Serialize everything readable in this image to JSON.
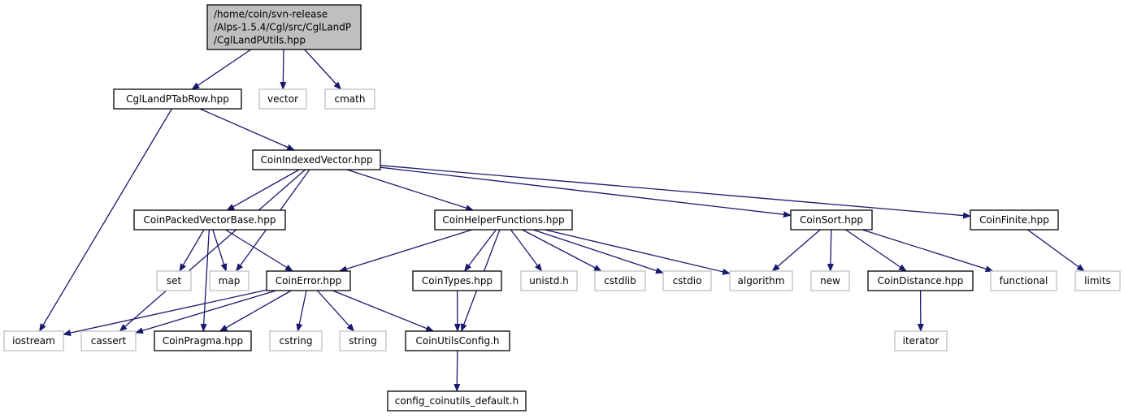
{
  "colors": {
    "edge": "#191970",
    "root_fill": "#bfbfbf",
    "root_stroke": "#000000",
    "node_stroke_solid": "#000000",
    "node_stroke_external": "#bfbfbf",
    "node_fill": "#ffffff"
  },
  "nodes": [
    {
      "id": "root",
      "lines": [
        "/home/coin/svn-release",
        "/Alps-1.5.4/Cgl/src/CglLandP",
        "/CglLandPUtils.hpp"
      ],
      "kind": "root"
    },
    {
      "id": "cgllandptabrow",
      "lines": [
        "CglLandPTabRow.hpp"
      ],
      "kind": "solid"
    },
    {
      "id": "vector",
      "lines": [
        "vector"
      ],
      "kind": "external"
    },
    {
      "id": "cmath",
      "lines": [
        "cmath"
      ],
      "kind": "external"
    },
    {
      "id": "coinindexedvector",
      "lines": [
        "CoinIndexedVector.hpp"
      ],
      "kind": "solid"
    },
    {
      "id": "coinpackedvectorbase",
      "lines": [
        "CoinPackedVectorBase.hpp"
      ],
      "kind": "solid"
    },
    {
      "id": "coinhelperfunctions",
      "lines": [
        "CoinHelperFunctions.hpp"
      ],
      "kind": "solid"
    },
    {
      "id": "coinsort",
      "lines": [
        "CoinSort.hpp"
      ],
      "kind": "solid"
    },
    {
      "id": "coinfinite",
      "lines": [
        "CoinFinite.hpp"
      ],
      "kind": "solid"
    },
    {
      "id": "set",
      "lines": [
        "set"
      ],
      "kind": "external"
    },
    {
      "id": "map",
      "lines": [
        "map"
      ],
      "kind": "external"
    },
    {
      "id": "coinerror",
      "lines": [
        "CoinError.hpp"
      ],
      "kind": "solid"
    },
    {
      "id": "cointypes",
      "lines": [
        "CoinTypes.hpp"
      ],
      "kind": "solid"
    },
    {
      "id": "unistd",
      "lines": [
        "unistd.h"
      ],
      "kind": "external"
    },
    {
      "id": "cstdlib",
      "lines": [
        "cstdlib"
      ],
      "kind": "external"
    },
    {
      "id": "cstdio",
      "lines": [
        "cstdio"
      ],
      "kind": "external"
    },
    {
      "id": "algorithm",
      "lines": [
        "algorithm"
      ],
      "kind": "external"
    },
    {
      "id": "new",
      "lines": [
        "new"
      ],
      "kind": "external"
    },
    {
      "id": "coindistance",
      "lines": [
        "CoinDistance.hpp"
      ],
      "kind": "solid"
    },
    {
      "id": "functional",
      "lines": [
        "functional"
      ],
      "kind": "external"
    },
    {
      "id": "limits",
      "lines": [
        "limits"
      ],
      "kind": "external"
    },
    {
      "id": "iostream",
      "lines": [
        "iostream"
      ],
      "kind": "external"
    },
    {
      "id": "cassert",
      "lines": [
        "cassert"
      ],
      "kind": "external"
    },
    {
      "id": "coinpragma",
      "lines": [
        "CoinPragma.hpp"
      ],
      "kind": "solid"
    },
    {
      "id": "cstring",
      "lines": [
        "cstring"
      ],
      "kind": "external"
    },
    {
      "id": "string",
      "lines": [
        "string"
      ],
      "kind": "external"
    },
    {
      "id": "coinutilsconfig",
      "lines": [
        "CoinUtilsConfig.h"
      ],
      "kind": "solid"
    },
    {
      "id": "iterator",
      "lines": [
        "iterator"
      ],
      "kind": "external"
    },
    {
      "id": "config_coinutils_default",
      "lines": [
        "config_coinutils_default.h"
      ],
      "kind": "solid"
    }
  ],
  "edges": [
    [
      "root",
      "cgllandptabrow"
    ],
    [
      "root",
      "vector"
    ],
    [
      "root",
      "cmath"
    ],
    [
      "cgllandptabrow",
      "coinindexedvector"
    ],
    [
      "cgllandptabrow",
      "iostream"
    ],
    [
      "coinindexedvector",
      "coinpackedvectorbase"
    ],
    [
      "coinindexedvector",
      "coinhelperfunctions"
    ],
    [
      "coinindexedvector",
      "coinsort"
    ],
    [
      "coinindexedvector",
      "coinfinite"
    ],
    [
      "coinindexedvector",
      "map"
    ],
    [
      "coinindexedvector",
      "cassert"
    ],
    [
      "coinpackedvectorbase",
      "set"
    ],
    [
      "coinpackedvectorbase",
      "map"
    ],
    [
      "coinpackedvectorbase",
      "coinerror"
    ],
    [
      "coinpackedvectorbase",
      "coinpragma"
    ],
    [
      "coinhelperfunctions",
      "coinerror"
    ],
    [
      "coinhelperfunctions",
      "cointypes"
    ],
    [
      "coinhelperfunctions",
      "unistd"
    ],
    [
      "coinhelperfunctions",
      "cstdlib"
    ],
    [
      "coinhelperfunctions",
      "cstdio"
    ],
    [
      "coinhelperfunctions",
      "algorithm"
    ],
    [
      "coinhelperfunctions",
      "coinutilsconfig"
    ],
    [
      "coinsort",
      "algorithm"
    ],
    [
      "coinsort",
      "new"
    ],
    [
      "coinsort",
      "coindistance"
    ],
    [
      "coinsort",
      "functional"
    ],
    [
      "coinfinite",
      "limits"
    ],
    [
      "coinerror",
      "iostream"
    ],
    [
      "coinerror",
      "cassert"
    ],
    [
      "coinerror",
      "coinpragma"
    ],
    [
      "coinerror",
      "cstring"
    ],
    [
      "coinerror",
      "string"
    ],
    [
      "coinerror",
      "coinutilsconfig"
    ],
    [
      "cointypes",
      "coinutilsconfig"
    ],
    [
      "coindistance",
      "iterator"
    ],
    [
      "coinutilsconfig",
      "config_coinutils_default"
    ]
  ]
}
